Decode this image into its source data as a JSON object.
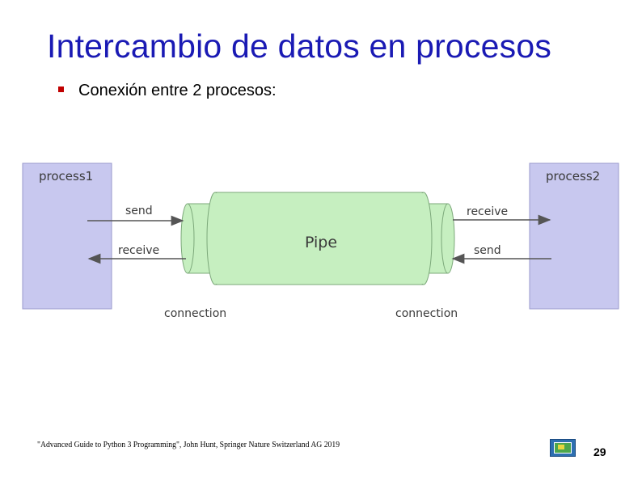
{
  "title": "Intercambio de datos en procesos",
  "bullet": "Conexión entre 2 procesos:",
  "diagram": {
    "process_left": "process1",
    "process_right": "process2",
    "pipe_label": "Pipe",
    "left_send": "send",
    "left_receive": "receive",
    "right_receive": "receive",
    "right_send": "send",
    "connection_left": "connection",
    "connection_right": "connection"
  },
  "colors": {
    "title": "#1a1ab4",
    "process_fill": "#c8c8ef",
    "pipe_fill": "#c6efc0",
    "bullet": "#c00000"
  },
  "citation": "\"Advanced Guide to Python 3 Programming\", John Hunt, Springer Nature Switzerland AG 2019",
  "page_number": "29"
}
